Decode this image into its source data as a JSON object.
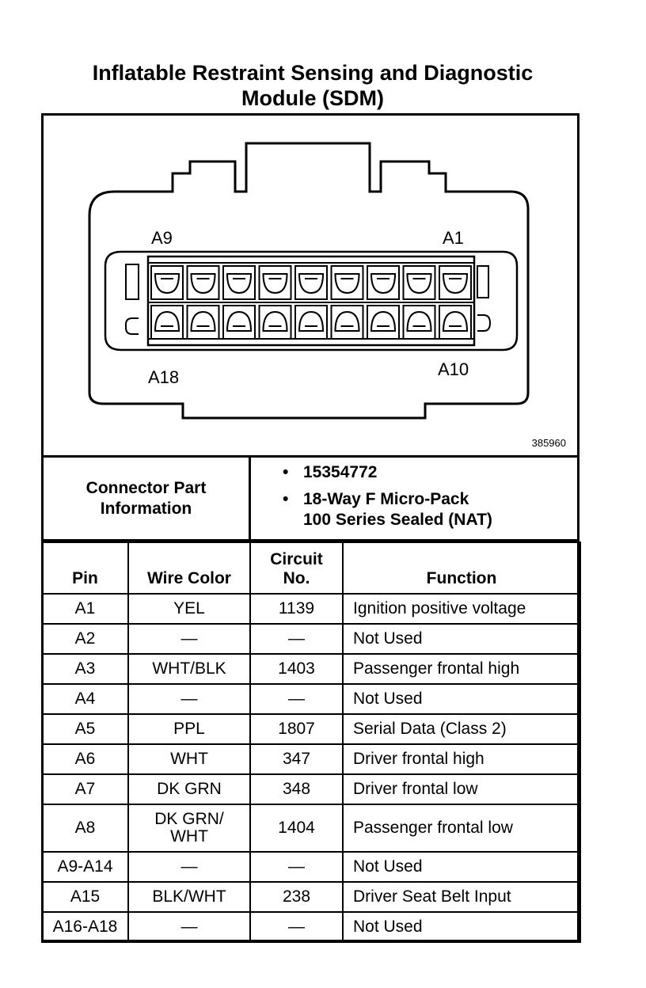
{
  "title": {
    "line1": "Inflatable Restraint Sensing and Diagnostic",
    "line2": "Module (SDM)"
  },
  "diagram": {
    "labels": {
      "top_left": "A9",
      "top_right": "A1",
      "bottom_left": "A18",
      "bottom_right": "A10"
    },
    "figure_number": "385960"
  },
  "connector_info": {
    "label_line1": "Connector Part",
    "label_line2": "Information",
    "part_number": "15354772",
    "description_line1": "18-Way F Micro-Pack",
    "description_line2": "100 Series Sealed (NAT)"
  },
  "table": {
    "headers": {
      "pin": "Pin",
      "wire_color": "Wire Color",
      "circuit_line1": "Circuit",
      "circuit_line2": "No.",
      "function": "Function"
    },
    "rows": [
      {
        "pin": "A1",
        "wire": "YEL",
        "wire2": "",
        "circuit": "1139",
        "function": "Ignition positive voltage"
      },
      {
        "pin": "A2",
        "wire": "—",
        "wire2": "",
        "circuit": "—",
        "function": "Not Used"
      },
      {
        "pin": "A3",
        "wire": "WHT/BLK",
        "wire2": "",
        "circuit": "1403",
        "function": "Passenger frontal high"
      },
      {
        "pin": "A4",
        "wire": "—",
        "wire2": "",
        "circuit": "—",
        "function": "Not Used"
      },
      {
        "pin": "A5",
        "wire": "PPL",
        "wire2": "",
        "circuit": "1807",
        "function": "Serial Data (Class 2)"
      },
      {
        "pin": "A6",
        "wire": "WHT",
        "wire2": "",
        "circuit": "347",
        "function": "Driver frontal high"
      },
      {
        "pin": "A7",
        "wire": "DK GRN",
        "wire2": "",
        "circuit": "348",
        "function": "Driver frontal low"
      },
      {
        "pin": "A8",
        "wire": "DK GRN/",
        "wire2": "WHT",
        "circuit": "1404",
        "function": "Passenger frontal low"
      },
      {
        "pin": "A9-A14",
        "wire": "—",
        "wire2": "",
        "circuit": "—",
        "function": "Not Used"
      },
      {
        "pin": "A15",
        "wire": "BLK/WHT",
        "wire2": "",
        "circuit": "238",
        "function": "Driver Seat Belt Input"
      },
      {
        "pin": "A16-A18",
        "wire": "—",
        "wire2": "",
        "circuit": "—",
        "function": "Not Used"
      }
    ]
  }
}
